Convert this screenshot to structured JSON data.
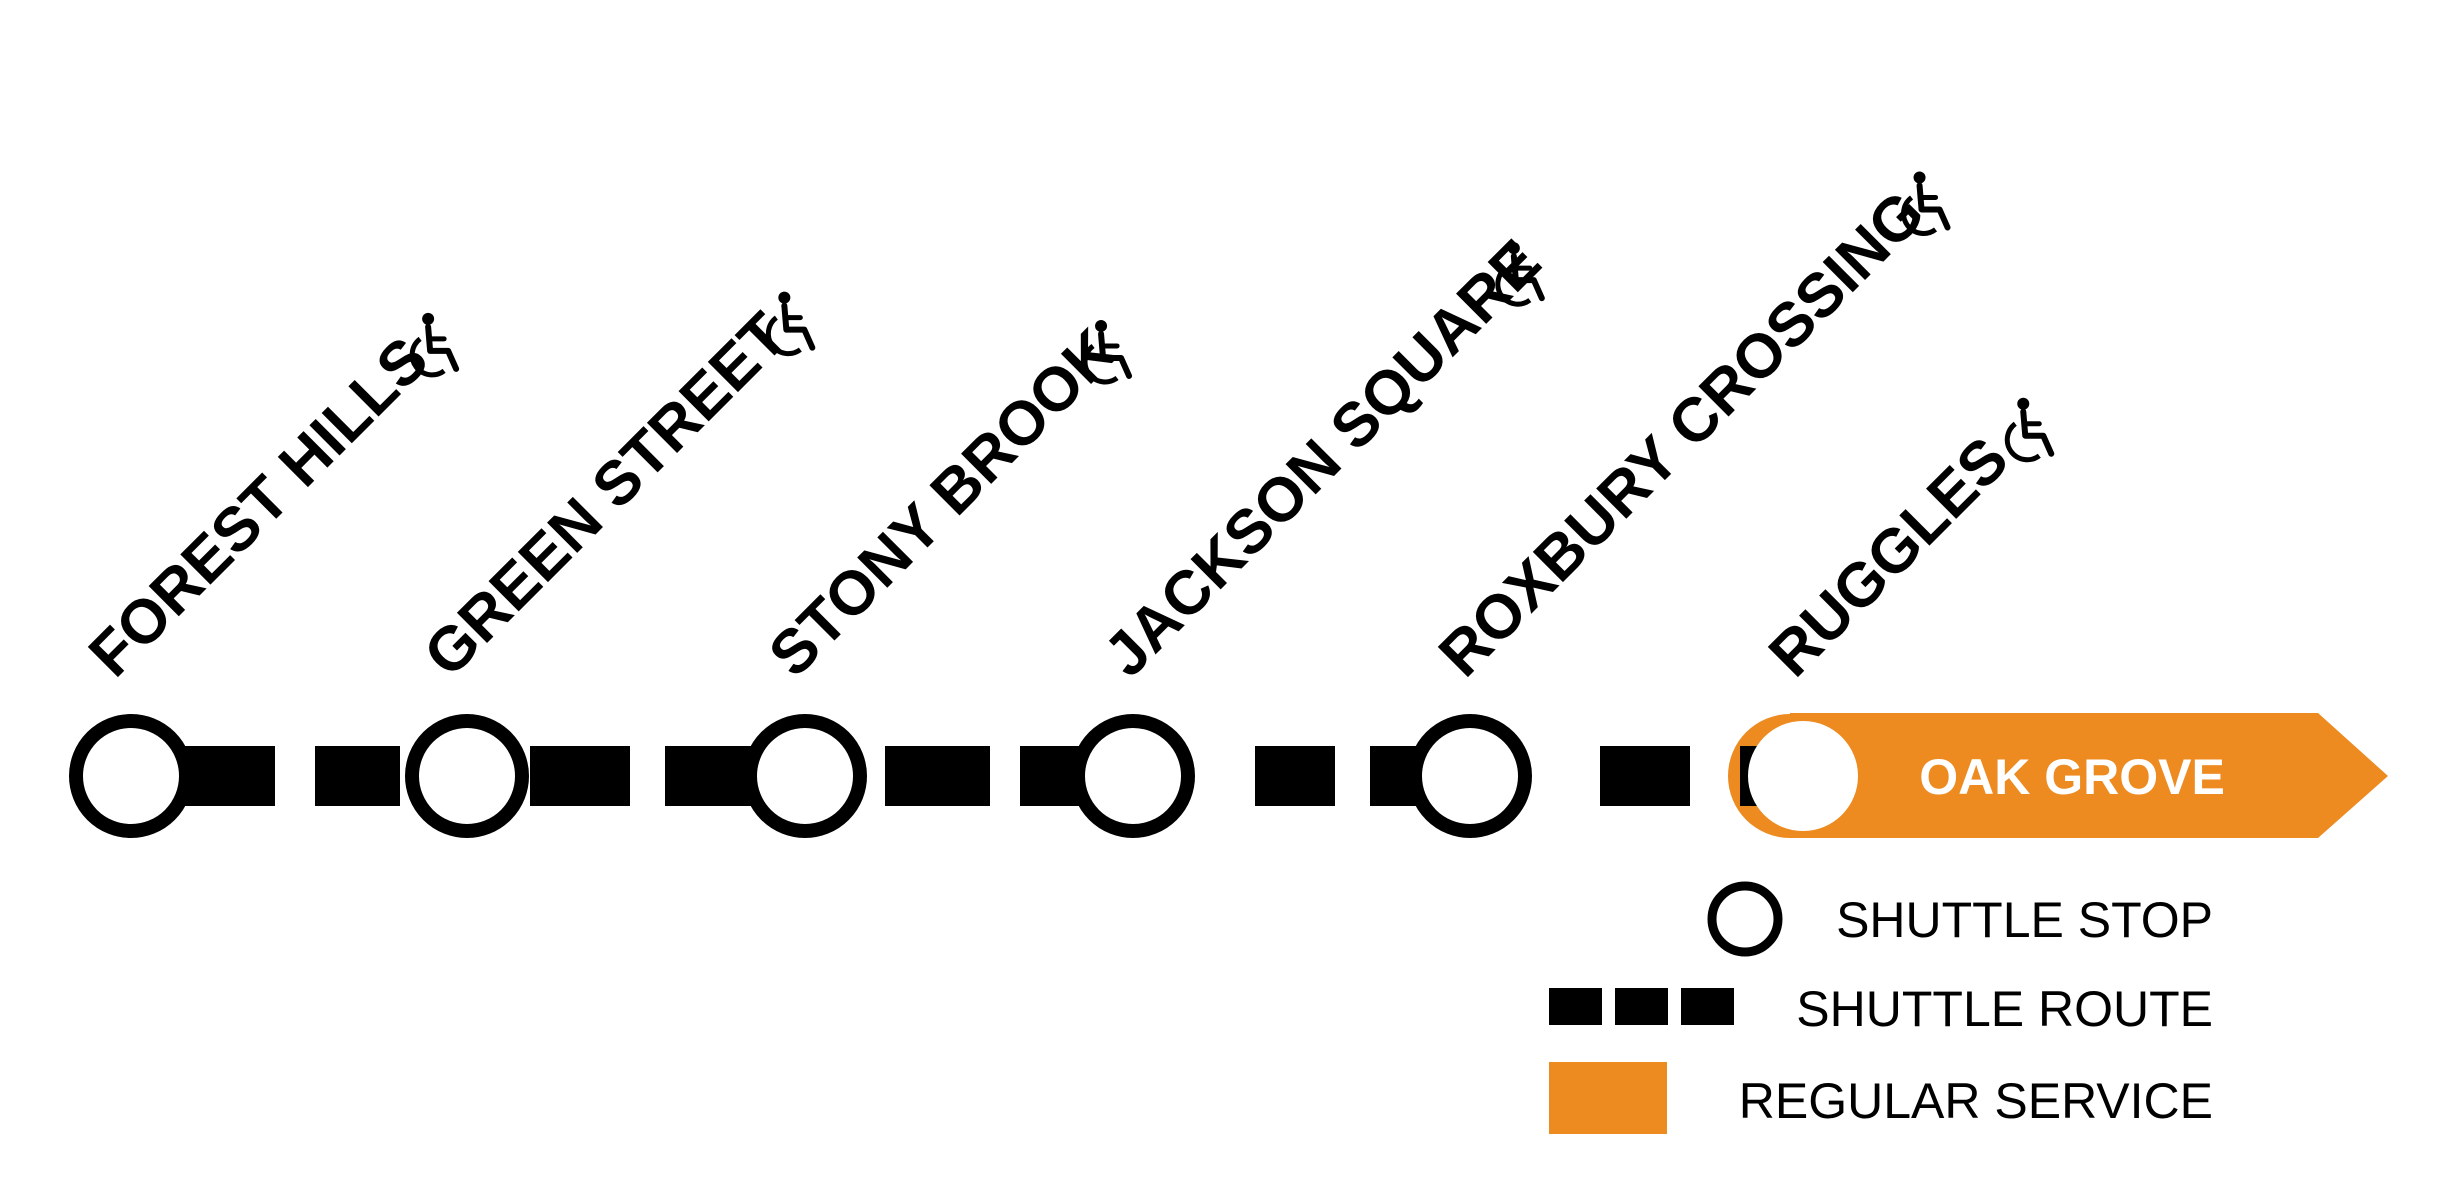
{
  "stations": [
    {
      "name": "FOREST HILLS",
      "accessible": true
    },
    {
      "name": "GREEN STREET",
      "accessible": true
    },
    {
      "name": "STONY BROOK",
      "accessible": true
    },
    {
      "name": "JACKSON SQUARE",
      "accessible": true
    },
    {
      "name": "ROXBURY CROSSING",
      "accessible": true
    },
    {
      "name": "RUGGLES",
      "accessible": true
    }
  ],
  "terminus": {
    "label": "OAK GROVE"
  },
  "legend": {
    "shuttle_stop": "SHUTTLE STOP",
    "shuttle_route": "SHUTTLE ROUTE",
    "regular_service": "REGULAR SERVICE"
  },
  "colors": {
    "shuttle": "#000000",
    "regular_service": "#ED8B21",
    "stop_fill": "#ffffff"
  },
  "icons": {
    "accessible": "wheelchair-icon"
  }
}
